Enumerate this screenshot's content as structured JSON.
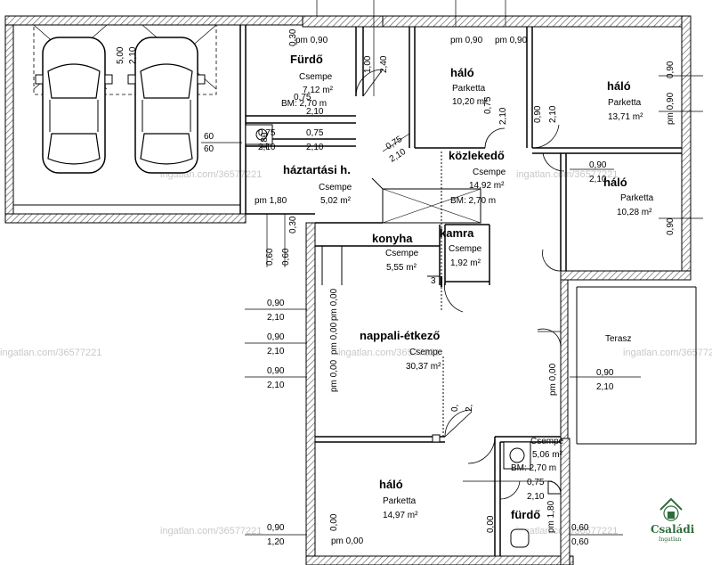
{
  "rooms": {
    "furdo1": {
      "name": "Fürdő",
      "floor": "Csempe",
      "area": "7,12 m²",
      "height": "BM: 2,70 m"
    },
    "halo1": {
      "name": "háló",
      "floor": "Parketta",
      "area": "10,20 m²"
    },
    "halo2": {
      "name": "háló",
      "floor": "Parketta",
      "area": "13,71 m²"
    },
    "halo3": {
      "name": "háló",
      "floor": "Parketta",
      "area": "10,28 m²"
    },
    "haztartasi": {
      "name": "háztartási h.",
      "floor": "Csempe",
      "area": "5,02 m²"
    },
    "kozlekedo": {
      "name": "közlekedő",
      "floor": "Csempe",
      "area": "14,92 m²",
      "height": "BM: 2,70 m"
    },
    "konyha": {
      "name": "konyha",
      "floor": "Csempe",
      "area": "5,55 m²"
    },
    "kamra": {
      "name": "kamra",
      "floor": "Csempe",
      "area": "1,92 m²"
    },
    "nappali": {
      "name": "nappali-étkező",
      "floor": "Csempe",
      "area": "30,37 m²"
    },
    "terasz": {
      "name": "Terasz"
    },
    "halo4": {
      "name": "háló",
      "floor": "Parketta",
      "area": "14,97 m²"
    },
    "furdo2": {
      "name": "fürdő",
      "floor": "Csempe",
      "area": "5,06 m²",
      "height": "BM: 2,70 m"
    }
  },
  "dims": {
    "d500": "5,00",
    "d210": "2,10",
    "d090": "0,90",
    "d075": "0,75",
    "d060": "0,60",
    "d030": "0,30",
    "d100": "1,00",
    "d240": "2,40",
    "d120": "1,20",
    "d180": "1,80",
    "d000": "0,00",
    "d60": "60",
    "pm090": "pm 0,90",
    "pm180": "pm 1,80",
    "pm000": "pm 0,00",
    "pm_sm": "pm",
    "d30": "30",
    "d3": "3",
    "d2": "2",
    "d0": "0",
    "d05": "0,",
    "d20": "2,"
  },
  "watermark": "ingatlan.com/36577221",
  "logo": {
    "name": "Családi",
    "sub": "Ingatlan",
    "color": "#2e6b3c"
  }
}
